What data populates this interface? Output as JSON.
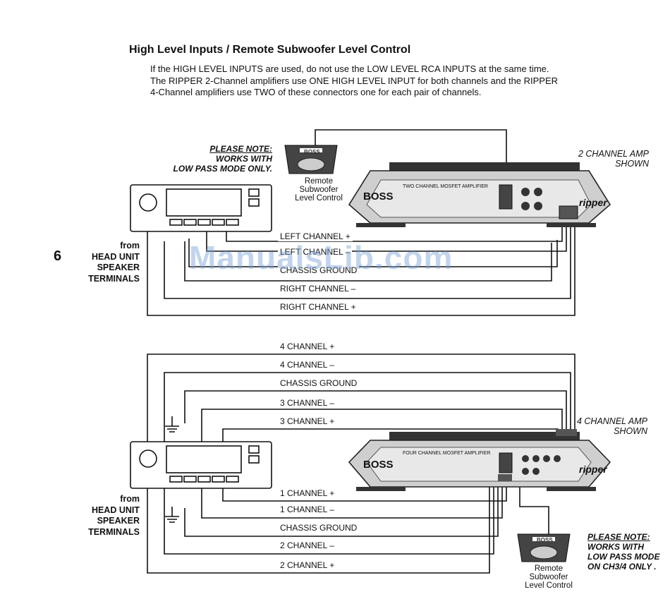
{
  "section": {
    "title": "High Level Inputs / Remote Subwoofer Level Control",
    "intro": [
      "If the HIGH LEVEL INPUTS are used, do not use the LOW LEVEL RCA INPUTS at the same time.",
      "The RIPPER 2-Channel amplifiers use ONE HIGH LEVEL INPUT for both channels and the RIPPER",
      "4-Channel amplifiers use TWO of these connectors one for each pair of channels."
    ]
  },
  "page_number": "6",
  "watermark": "ManualsLib.com",
  "diagram1": {
    "note": [
      "PLEASE NOTE:",
      "WORKS WITH",
      "LOW PASS MODE ONLY."
    ],
    "amp_caption": [
      "2 CHANNEL AMP",
      "SHOWN"
    ],
    "amp_brand": "BOSS",
    "amp_model": "ripper",
    "amp_subtitle": "TWO CHANNEL MOSFET AMPLIFIER",
    "remote_brand": "BOSS",
    "remote_label": [
      "Remote",
      "Subwoofer",
      "Level Control"
    ],
    "head_unit_label": [
      "from",
      "HEAD UNIT",
      "SPEAKER",
      "TERMINALS"
    ],
    "wires": [
      "LEFT CHANNEL +",
      "LEFT CHANNEL –",
      "CHASSIS GROUND",
      "RIGHT CHANNEL –",
      "RIGHT CHANNEL +"
    ]
  },
  "diagram2": {
    "note": [
      "PLEASE NOTE:",
      "WORKS WITH",
      "LOW PASS MODE",
      "ON CH3/4 ONLY ."
    ],
    "amp_caption": [
      "4 CHANNEL AMP",
      "SHOWN"
    ],
    "amp_brand": "BOSS",
    "amp_model": "ripper",
    "amp_subtitle": "FOUR CHANNEL MOSFET AMPLIFIER",
    "remote_brand": "BOSS",
    "remote_label": [
      "Remote",
      "Subwoofer",
      "Level Control"
    ],
    "head_unit_label": [
      "from",
      "HEAD UNIT",
      "SPEAKER",
      "TERMINALS"
    ],
    "wires_top": [
      "4 CHANNEL +",
      "4 CHANNEL –",
      "CHASSIS GROUND",
      "3 CHANNEL –",
      "3 CHANNEL +"
    ],
    "wires_bottom": [
      "1 CHANNEL +",
      "1 CHANNEL –",
      "CHASSIS GROUND",
      "2 CHANNEL –",
      "2 CHANNEL +"
    ]
  },
  "colors": {
    "ink": "#111111",
    "amp_body": "#c9c9c9",
    "amp_dark": "#555555",
    "watermark": "#78a0d7"
  }
}
